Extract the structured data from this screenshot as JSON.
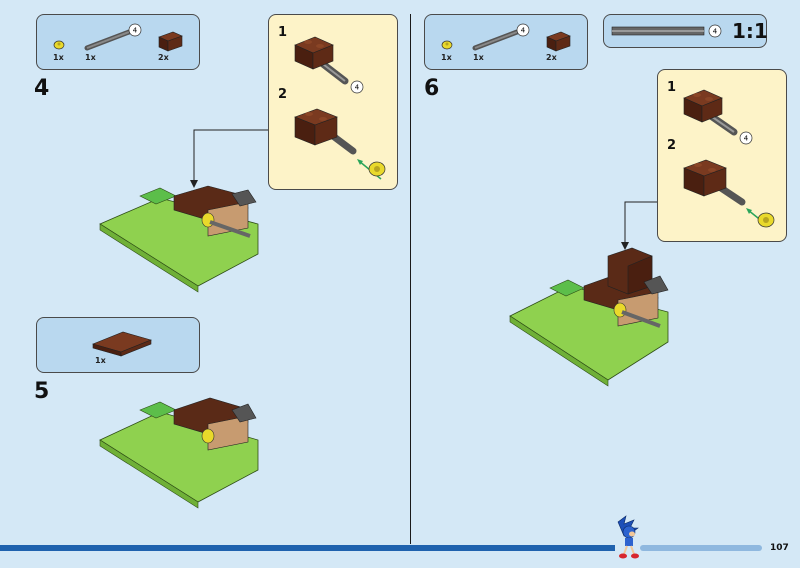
{
  "steps": [
    {
      "number": "4",
      "parts": [
        {
          "qty": "1x",
          "icon": "yellow-bush-icon"
        },
        {
          "qty": "1x",
          "icon": "axle-4-icon"
        },
        {
          "qty": "2x",
          "icon": "brown-brick-icon"
        }
      ],
      "axle_len": "4",
      "substeps": [
        "1",
        "2"
      ]
    },
    {
      "number": "5",
      "parts": [
        {
          "qty": "1x",
          "icon": "brown-plate-icon"
        }
      ]
    },
    {
      "number": "6",
      "parts": [
        {
          "qty": "1x",
          "icon": "yellow-bush-icon"
        },
        {
          "qty": "1x",
          "icon": "axle-4-icon"
        },
        {
          "qty": "2x",
          "icon": "brown-brick-icon"
        }
      ],
      "axle_len": "4",
      "substeps": [
        "1",
        "2"
      ]
    }
  ],
  "scale": {
    "axle_len": "4",
    "label": "1:1"
  },
  "page_number": "107",
  "colors": {
    "background": "#d4e8f6",
    "parts_box": "#b9d8ef",
    "substep_box": "#fdf3c8",
    "footer": "#1f62ae",
    "brown": "#5a2a17",
    "green": "#8fd14f"
  }
}
